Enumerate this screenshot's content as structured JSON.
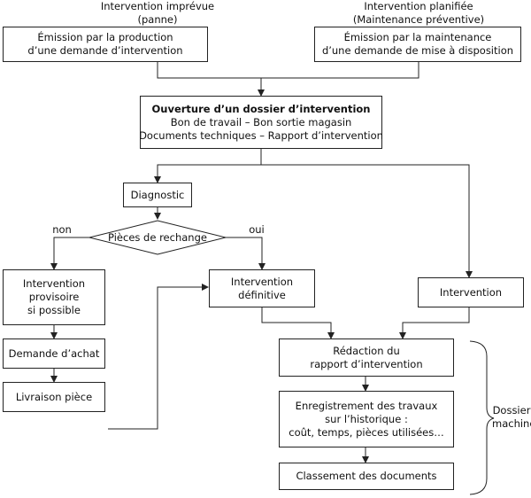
{
  "header_left": {
    "line1": "Intervention imprévue",
    "line2": "(panne)"
  },
  "header_right": {
    "line1": "Intervention planifiée",
    "line2": "(Maintenance préventive)"
  },
  "box_production": {
    "line1": "Émission par la production",
    "line2": "d’une demande d’intervention"
  },
  "box_maintenance": {
    "line1": "Émission par la maintenance",
    "line2": "d’une demande de mise à disposition"
  },
  "box_dossier": {
    "title": "Ouverture d’un dossier d’intervention",
    "line2": "Bon de travail – Bon sortie magasin",
    "line3": "Documents techniques – Rapport d’intervention"
  },
  "box_diagnostic": "Diagnostic",
  "decision": {
    "label": "Pièces de rechange",
    "no": "non",
    "yes": "oui"
  },
  "box_provisoire": {
    "line1": "Intervention",
    "line2": "provisoire",
    "line3": "si possible"
  },
  "box_definitive": {
    "line1": "Intervention",
    "line2": "définitive"
  },
  "box_intervention": "Intervention",
  "box_achat": "Demande d’achat",
  "box_livraison": "Livraison pièce",
  "box_redaction": {
    "line1": "Rédaction du",
    "line2": "rapport d’intervention"
  },
  "box_enregistrement": {
    "line1": "Enregistrement des travaux",
    "line2": "sur l’historique :",
    "line3": "coût, temps, pièces utilisées…"
  },
  "box_classement": "Classement des documents",
  "brace_label": {
    "line1": "Dossier",
    "line2": "machine"
  }
}
